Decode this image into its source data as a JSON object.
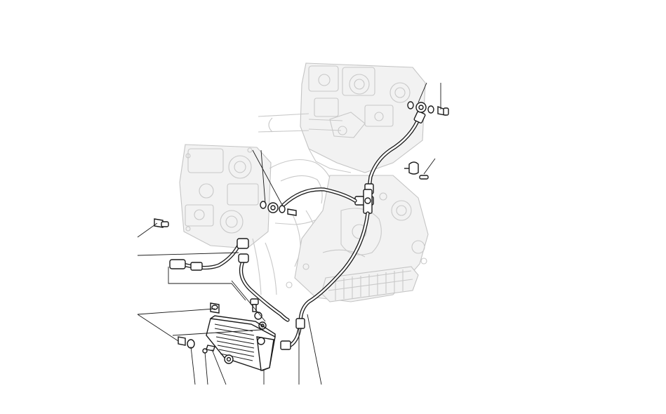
{
  "diagram": {
    "kind": "exploded-parts-view",
    "subject_icon": "engine-oil-cooler-circuit",
    "line_color": "#1a1a1a",
    "ghost_color": "#c8c8c8",
    "background": "#ffffff"
  },
  "parts": [
    {
      "id": "oil-cooler"
    },
    {
      "id": "delivery-hose"
    },
    {
      "id": "return-hose"
    },
    {
      "id": "head-feed-line-upper"
    },
    {
      "id": "head-feed-line-lower"
    },
    {
      "id": "three-way-union"
    },
    {
      "id": "banjo-bolt-upper"
    },
    {
      "id": "banjo-bolt-middle"
    },
    {
      "id": "banjo-bolt-crankcase"
    },
    {
      "id": "sealing-washer"
    },
    {
      "id": "cooler-mount-screw"
    },
    {
      "id": "rubber-grommet"
    },
    {
      "id": "line-clamp"
    },
    {
      "id": "spacer-bush"
    }
  ]
}
